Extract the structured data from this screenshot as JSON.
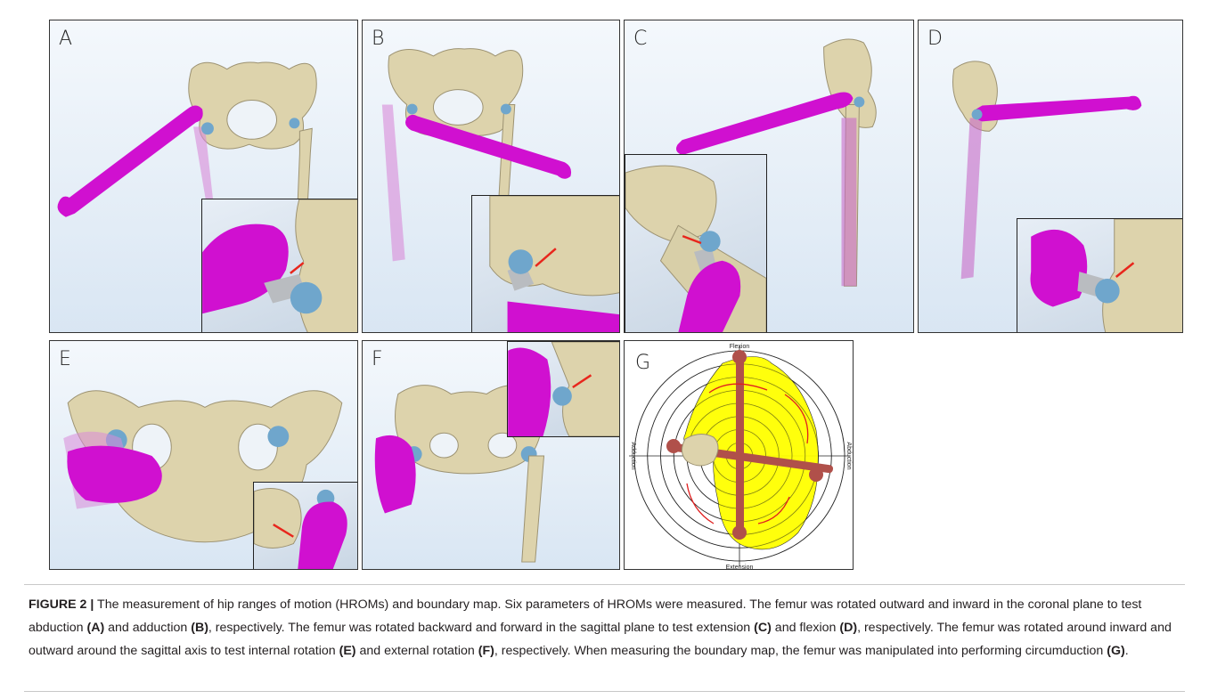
{
  "figure": {
    "panels": [
      {
        "id": "A",
        "label": "A"
      },
      {
        "id": "B",
        "label": "B"
      },
      {
        "id": "C",
        "label": "C"
      },
      {
        "id": "D",
        "label": "D"
      },
      {
        "id": "E",
        "label": "E"
      },
      {
        "id": "F",
        "label": "F"
      },
      {
        "id": "G",
        "label": "G"
      }
    ],
    "boundary_map": {
      "axis_labels": {
        "top": "Flexion",
        "bottom": "Extension",
        "left": "Adduction",
        "right": "Abduction"
      },
      "ring_count": 8,
      "colors": {
        "region": "#ffff00",
        "femur": "#b0504a",
        "arrow": "#e02020",
        "rings": "#222222"
      }
    },
    "colors": {
      "bone": "#ddd3ac",
      "femur_moving": "#d010d0",
      "femur_ghost": "#d98ad9",
      "implant_head": "#6fa6cc",
      "implant_neck": "#b9bcc0",
      "arrow": "#e8261c"
    }
  },
  "caption": {
    "figure_label": "FIGURE 2 |",
    "seg1": " The measurement of hip ranges of motion (HROMs) and boundary map. Six parameters of HROMs were measured. The femur was rotated outward and inward in the coronal plane to test abduction ",
    "refA": "(A)",
    "seg2": " and adduction ",
    "refB": "(B)",
    "seg3": ", respectively. The femur was rotated backward and forward in the sagittal plane to test extension ",
    "refC": "(C)",
    "seg4": " and flexion ",
    "refD": "(D)",
    "seg5": ", respectively. The femur was rotated around inward and outward around the sagittal axis to test internal rotation ",
    "refE": "(E)",
    "seg6": " and external rotation ",
    "refF": "(F)",
    "seg7": ", respectively. When measuring the boundary map, the femur was manipulated into performing circumduction ",
    "refG": "(G)",
    "seg8": "."
  }
}
